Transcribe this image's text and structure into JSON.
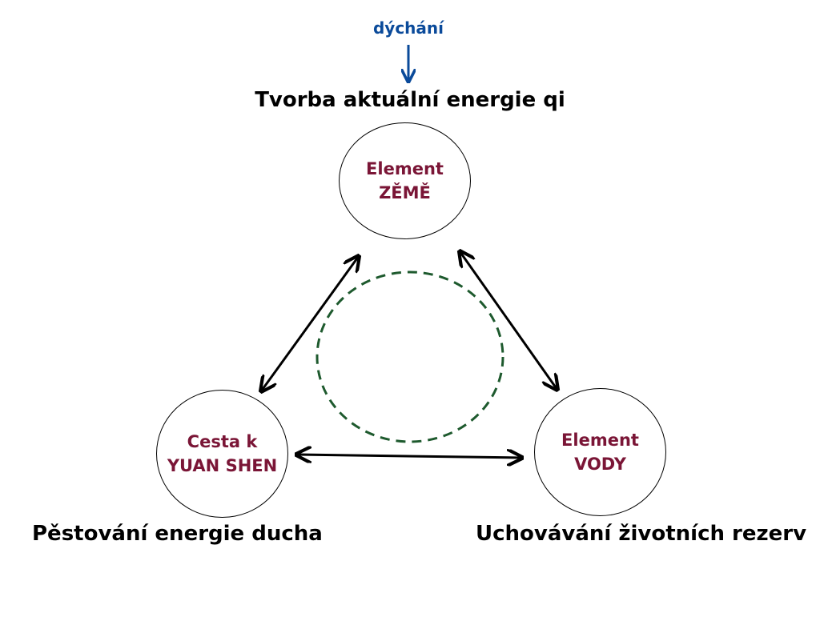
{
  "input": {
    "label": "dýchání",
    "color": "#0a4a9a"
  },
  "nodes": {
    "earth": {
      "line1": "Element",
      "line2": "ZĚMĚ",
      "caption": "Tvorba aktuální energie qi"
    },
    "yuan": {
      "line1": "Cesta k",
      "line2": "YUAN SHEN",
      "caption": "Pěstování energie ducha"
    },
    "water": {
      "line1": "Element",
      "line2": "VODY",
      "caption": "Uchovávání životních rezerv"
    }
  },
  "colors": {
    "node_text": "#7a1536",
    "center_circle": "#1e5a2e",
    "edges": "#000000"
  },
  "edges": [
    {
      "from": "earth",
      "to": "yuan",
      "style": "bidirectional"
    },
    {
      "from": "earth",
      "to": "water",
      "style": "bidirectional"
    },
    {
      "from": "yuan",
      "to": "water",
      "style": "bidirectional"
    }
  ],
  "center": {
    "style": "dashed-circle"
  }
}
